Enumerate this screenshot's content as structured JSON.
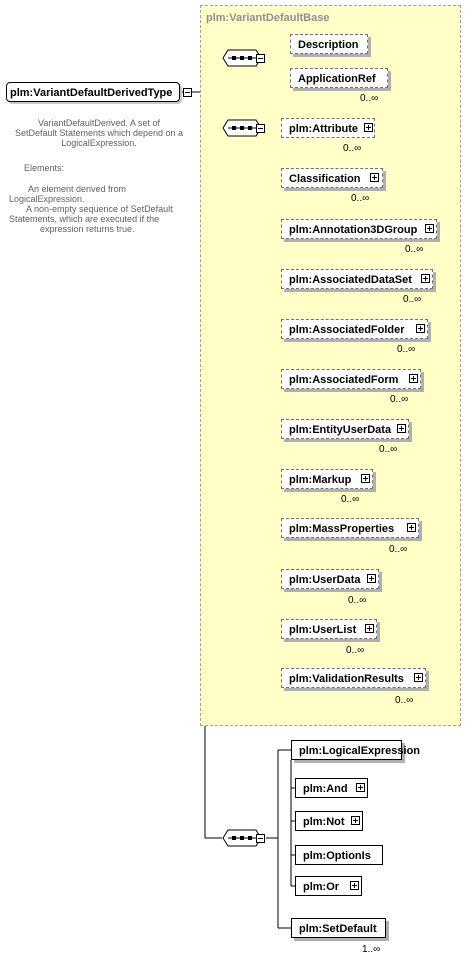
{
  "root": {
    "label": "plm:VariantDefaultDerivedType"
  },
  "description": {
    "lines1": [
      "VariantDefaultDerived. A set of",
      "SetDefault Statements which depend on a",
      "LogicalExpression."
    ],
    "elements_heading": "Elements:",
    "lines2": [
      "An element derived from",
      "LogicalExpression.",
      "A non-empty sequence of SetDefault",
      "Statements, which are executed if the",
      "expression returns true."
    ]
  },
  "base": {
    "title": "plm:VariantDefaultBase"
  },
  "base_seq_items": [
    {
      "label": "Description",
      "card": ""
    },
    {
      "label": "ApplicationRef",
      "card": "0..∞"
    }
  ],
  "choice_items": [
    {
      "label": "plm:Attribute",
      "card": "0..∞"
    },
    {
      "label": "Classification",
      "card": "0..∞"
    },
    {
      "label": "plm:Annotation3DGroup",
      "card": "0..∞"
    },
    {
      "label": "plm:AssociatedDataSet",
      "card": "0..∞"
    },
    {
      "label": "plm:AssociatedFolder",
      "card": "0..∞"
    },
    {
      "label": "plm:AssociatedForm",
      "card": "0..∞"
    },
    {
      "label": "plm:EntityUserData",
      "card": "0..∞"
    },
    {
      "label": "plm:Markup",
      "card": "0..∞"
    },
    {
      "label": "plm:MassProperties",
      "card": "0..∞"
    },
    {
      "label": "plm:UserData",
      "card": "0..∞"
    },
    {
      "label": "plm:UserList",
      "card": "0..∞"
    },
    {
      "label": "plm:ValidationResults",
      "card": "0..∞"
    }
  ],
  "logical": {
    "label": "plm:LogicalExpression"
  },
  "logical_subs": [
    {
      "label": "plm:And"
    },
    {
      "label": "plm:Not"
    },
    {
      "label": "plm:OptionIs"
    },
    {
      "label": "plm:Or"
    }
  ],
  "setdefault": {
    "label": "plm:SetDefault",
    "card": "1..∞"
  }
}
